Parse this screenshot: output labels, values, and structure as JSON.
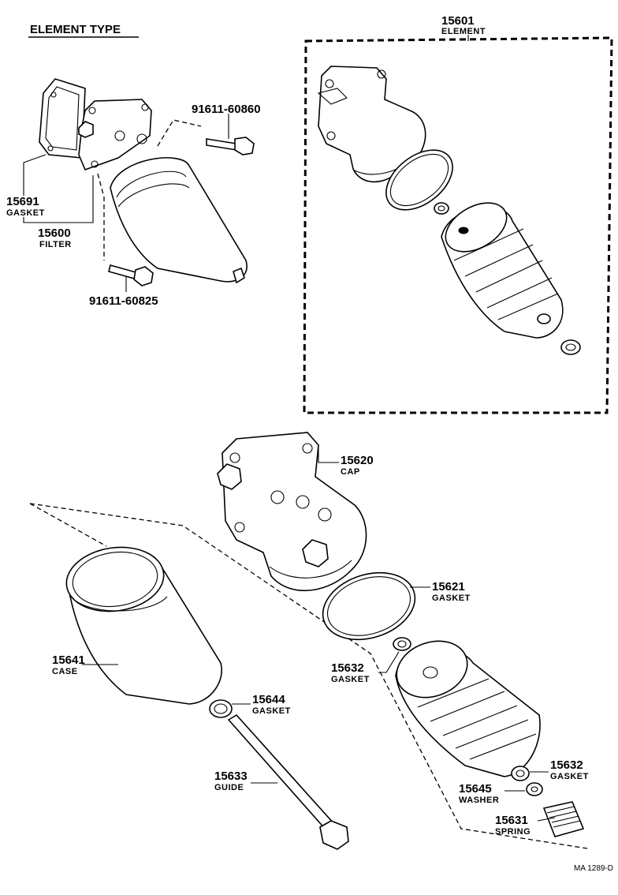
{
  "title": "ELEMENT TYPE",
  "diagram_code": "MA 1289-D",
  "parts": {
    "bolt_upper": {
      "number": "91611-60860"
    },
    "bolt_lower": {
      "number": "91611-60825"
    },
    "gasket_15691": {
      "number": "15691",
      "name": "GASKET"
    },
    "filter_15600": {
      "number": "15600",
      "name": "FILTER"
    },
    "element_15601": {
      "number": "15601",
      "name": "ELEMENT"
    },
    "cap_15620": {
      "number": "15620",
      "name": "CAP"
    },
    "gasket_15621": {
      "number": "15621",
      "name": "GASKET"
    },
    "gasket_15632_upper": {
      "number": "15632",
      "name": "GASKET"
    },
    "case_15641": {
      "number": "15641",
      "name": "CASE"
    },
    "gasket_15644": {
      "number": "15644",
      "name": "GASKET"
    },
    "guide_15633": {
      "number": "15633",
      "name": "GUIDE"
    },
    "gasket_15632_lower": {
      "number": "15632",
      "name": "GASKET"
    },
    "washer_15645": {
      "number": "15645",
      "name": "WASHER"
    },
    "spring_15631": {
      "number": "15631",
      "name": "SPRING"
    }
  }
}
